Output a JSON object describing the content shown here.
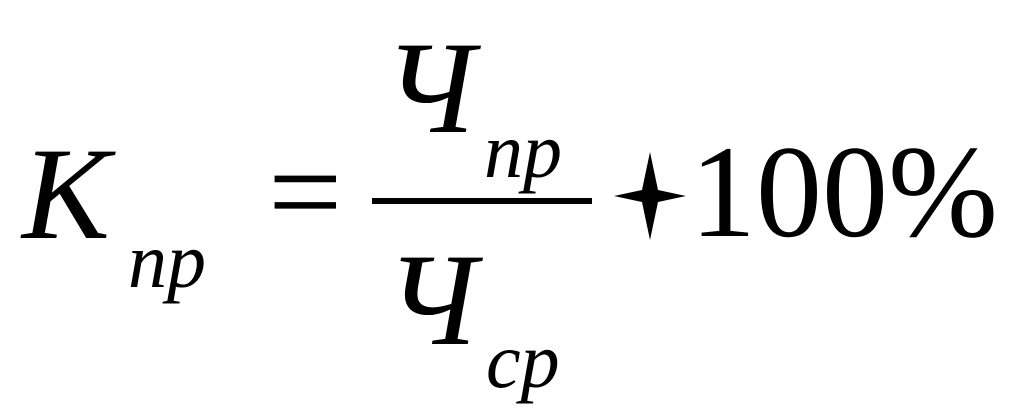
{
  "formula": {
    "lhs_symbol": "K",
    "lhs_subscript": "пр",
    "equals": "=",
    "numerator_symbol": "Ч",
    "numerator_subscript": "пр",
    "denominator_symbol": "Ч",
    "denominator_subscript": "ср",
    "multiplier": "100%",
    "operator_icon": "asterisk-star-icon"
  }
}
